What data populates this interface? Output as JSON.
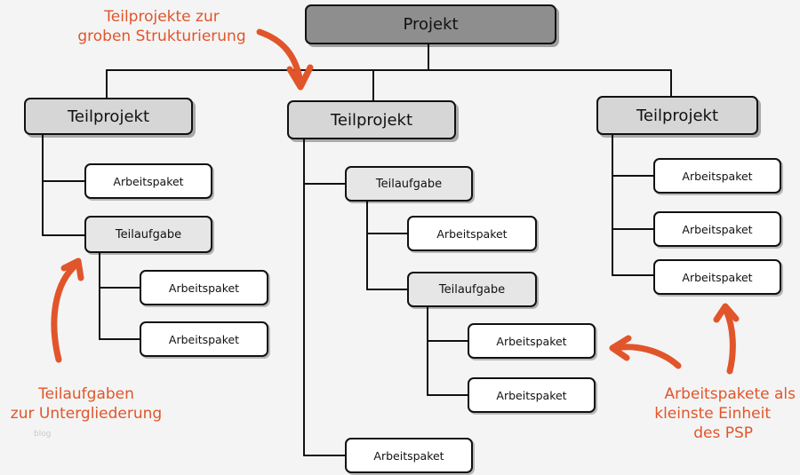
{
  "diagram": {
    "root": {
      "label": "Projekt"
    },
    "teilprojekt_label": "Teilprojekt",
    "teilaufgabe_label": "Teilaufgabe",
    "arbeitspaket_label": "Arbeitspaket",
    "annotations": {
      "teilprojekte": [
        "Teilprojekte zur",
        "groben Strukturierung"
      ],
      "teilaufgaben": [
        "Teilaufgaben",
        "zur Untergliederung"
      ],
      "arbeitspakete": [
        "Arbeitspakete als",
        "kleinste Einheit",
        "des PSP"
      ]
    },
    "watermark": "blog",
    "colors": {
      "annotation": "#e1552a",
      "root_fill": "#8e8e8e",
      "teilprojekt_fill": "#d6d6d6",
      "teilaufgabe_fill": "#e6e6e6",
      "arbeitspaket_fill": "#ffffff"
    }
  }
}
